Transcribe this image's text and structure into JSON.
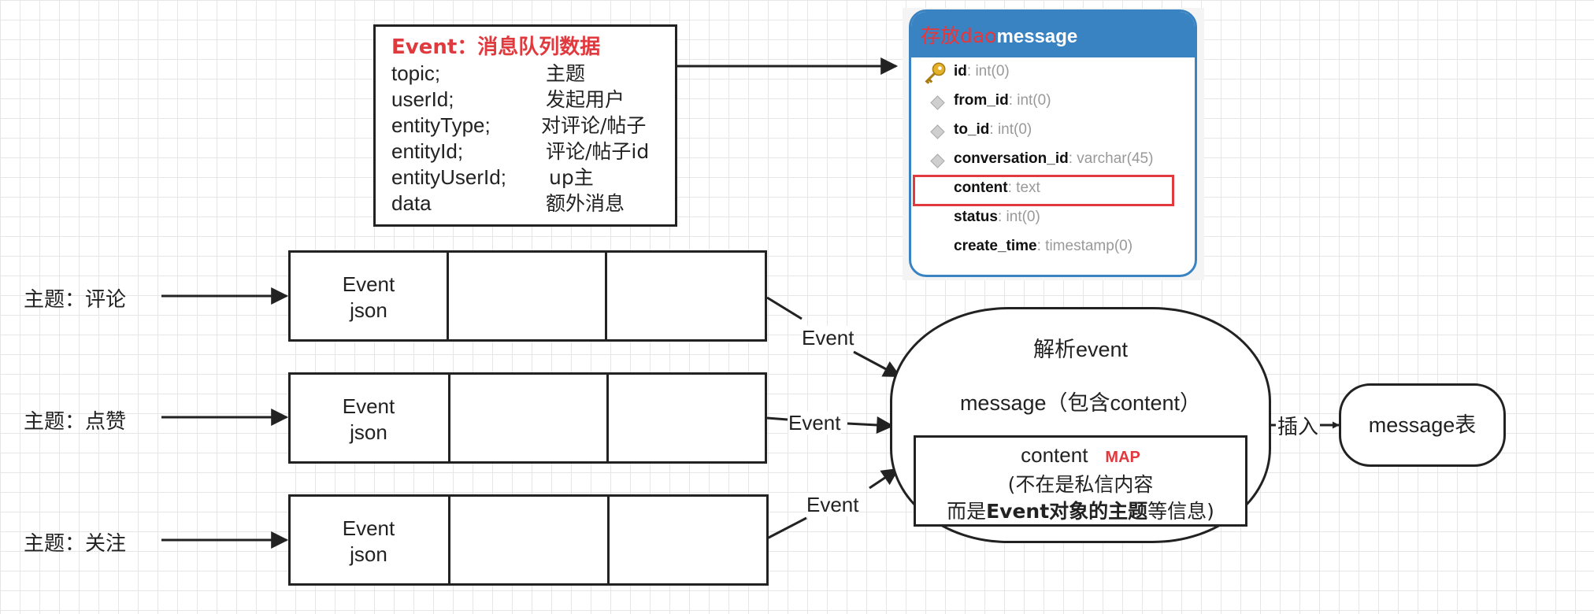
{
  "event_box": {
    "title": "Event：消息队列数据",
    "fields": [
      {
        "name": "topic;",
        "desc": "主题"
      },
      {
        "name": "userId;",
        "desc": "发起用户"
      },
      {
        "name": "entityType;",
        "desc": "对评论/帖子"
      },
      {
        "name": "entityId;",
        "desc": "评论/帖子id"
      },
      {
        "name": "entityUserId;",
        "desc": "up主"
      },
      {
        "name": "data",
        "desc": "额外消息"
      }
    ]
  },
  "db_table": {
    "prefix": "存放dao",
    "name": "message",
    "columns": [
      {
        "name": "id",
        "type": ": int(0)",
        "icon": "key-icon"
      },
      {
        "name": "from_id",
        "type": ": int(0)",
        "icon": "diamond-icon"
      },
      {
        "name": "to_id",
        "type": ": int(0)",
        "icon": "diamond-icon"
      },
      {
        "name": "conversation_id",
        "type": ": varchar(45)",
        "icon": "diamond-icon"
      },
      {
        "name": "content",
        "type": ": text",
        "icon": "",
        "highlighted": true
      },
      {
        "name": "status",
        "type": ": int(0)",
        "icon": ""
      },
      {
        "name": "create_time",
        "type": ": timestamp(0)",
        "icon": ""
      }
    ]
  },
  "topics": [
    {
      "label": "主题：评论"
    },
    {
      "label": "主题：点赞"
    },
    {
      "label": "主题：关注"
    }
  ],
  "queue_cell": {
    "line1": "Event",
    "line2": "json"
  },
  "edge_labels": {
    "event_1": "Event",
    "event_2": "Event",
    "event_3": "Event",
    "insert": "插入"
  },
  "parser": {
    "title": "解析event",
    "message": "message（包含content）",
    "content_label": "content",
    "map_tag": "MAP",
    "content_line2": "(不在是私信内容",
    "content_line3_pre": "而是",
    "content_line3_bold": "Event对象的主题",
    "content_line3_post": "等信息)"
  },
  "target": {
    "label": "message表"
  },
  "colors": {
    "highlight_red": "#e0393e",
    "db_blue": "#3a83c3",
    "key_gold": "#e3b22a"
  }
}
